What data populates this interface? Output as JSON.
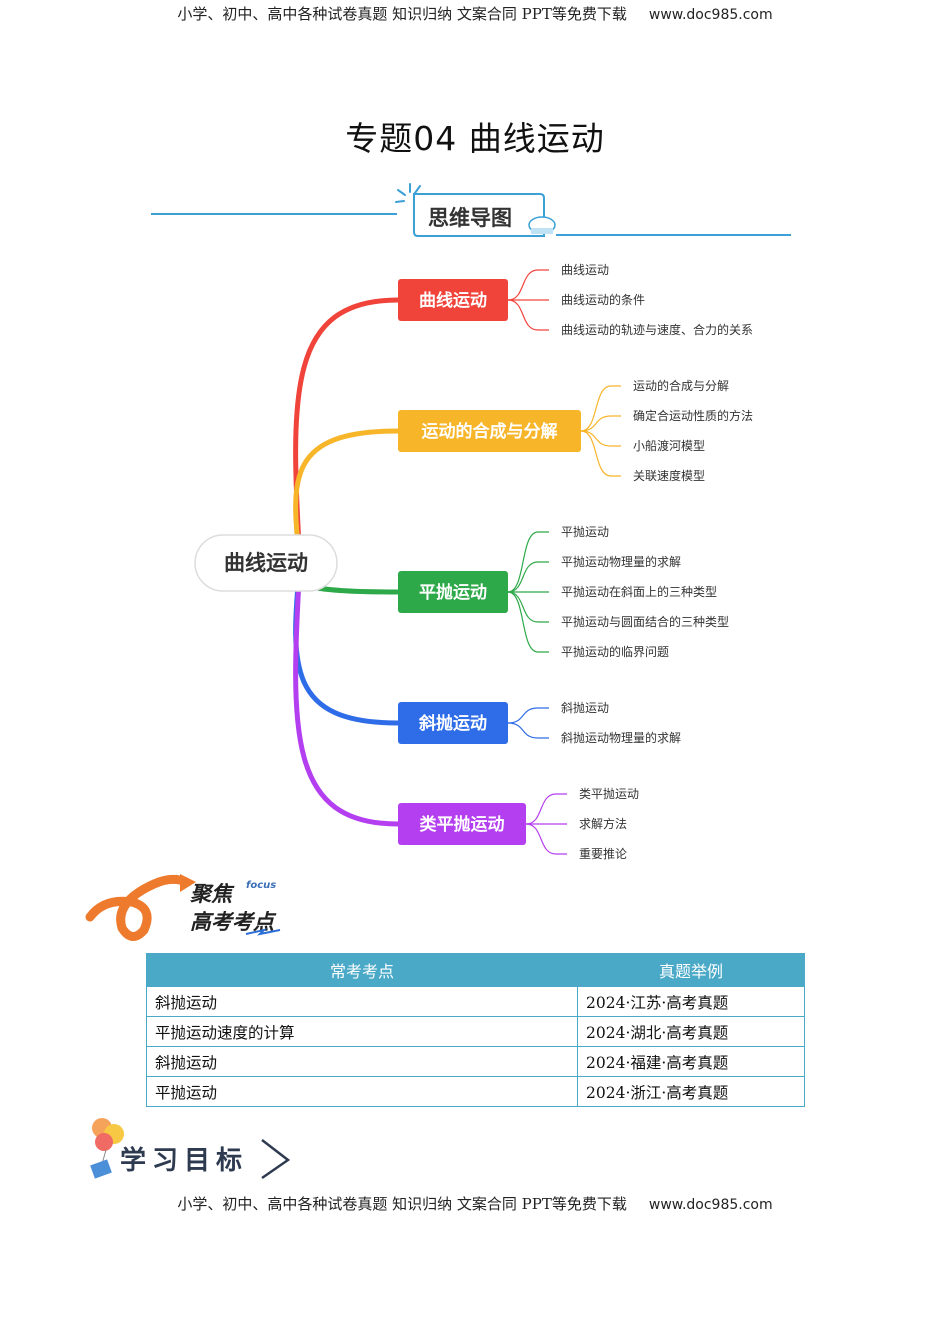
{
  "header": {
    "text": "小学、初中、高中各种试卷真题  知识归纳  文案合同  PPT等免费下载",
    "site": "www.doc985.com"
  },
  "footer": {
    "text": "小学、初中、高中各种试卷真题  知识归纳  文案合同  PPT等免费下载",
    "site": "www.doc985.com"
  },
  "title": "专题04  曲线运动",
  "mindmap_section": {
    "label": "思维导图",
    "accent": "#3aa0d6"
  },
  "mindmap": {
    "center": "曲线运动",
    "branches": [
      {
        "label": "曲线运动",
        "color": "#f0433a",
        "children": [
          "曲线运动",
          "曲线运动的条件",
          "曲线运动的轨迹与速度、合力的关系"
        ]
      },
      {
        "label": "运动的合成与分解",
        "color": "#f7b52a",
        "children": [
          "运动的合成与分解",
          "确定合运动性质的方法",
          "小船渡河模型",
          "关联速度模型"
        ]
      },
      {
        "label": "平抛运动",
        "color": "#2ea94a",
        "children": [
          "平抛运动",
          "平抛运动物理量的求解",
          "平抛运动在斜面上的三种类型",
          "平抛运动与圆面结合的三种类型",
          "平抛运动的临界问题"
        ]
      },
      {
        "label": "斜抛运动",
        "color": "#2f6de8",
        "children": [
          "斜抛运动",
          "斜抛运动物理量的求解"
        ]
      },
      {
        "label": "类平抛运动",
        "color": "#b43ff0",
        "children": [
          "类平抛运动",
          "求解方法",
          "重要推论"
        ]
      }
    ]
  },
  "focus_section": {
    "line1": "聚焦",
    "line2": "高考考点",
    "tag": "focus"
  },
  "exam_table": {
    "headers": [
      "常考考点",
      "真题举例"
    ],
    "rows": [
      [
        "斜抛运动",
        "2024·江苏·高考真题"
      ],
      [
        "平抛运动速度的计算",
        "2024·湖北·高考真题"
      ],
      [
        "斜抛运动",
        "2024·福建·高考真题"
      ],
      [
        "平抛运动",
        "2024·浙江·高考真题"
      ]
    ],
    "header_color": "#4ba9c8"
  },
  "study_section": {
    "label": "学习目标"
  }
}
